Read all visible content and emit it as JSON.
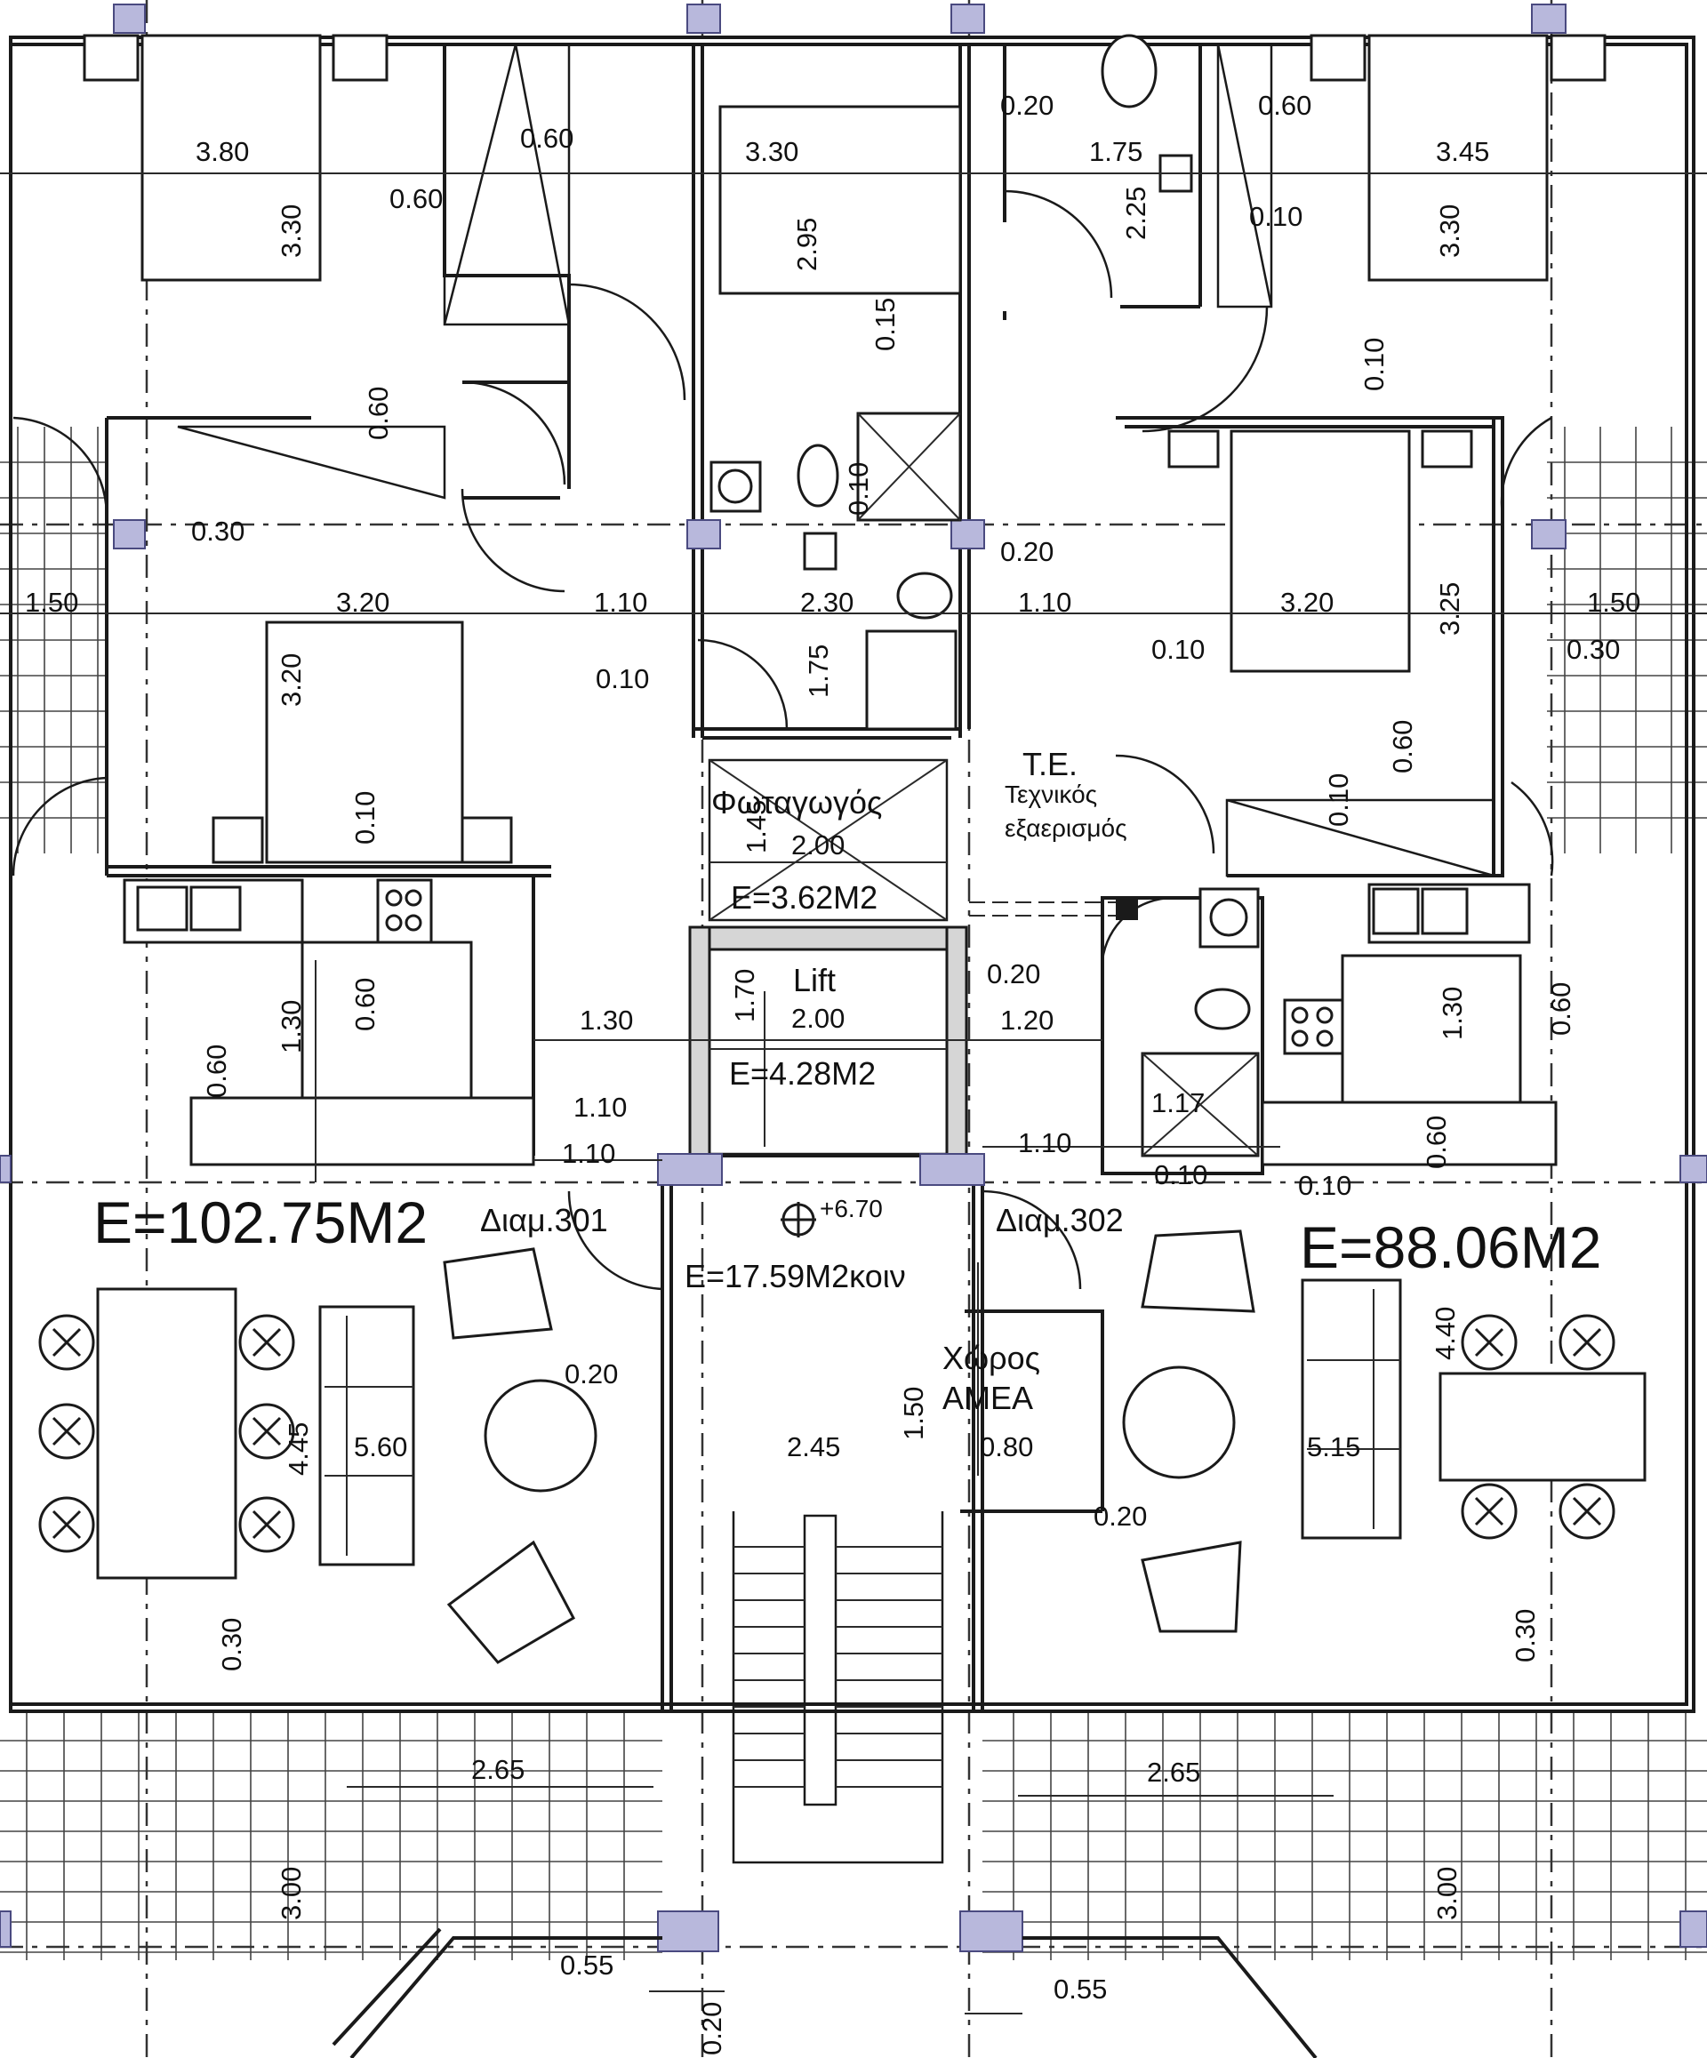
{
  "apartments": {
    "left": {
      "area": "E=102.75M2",
      "name": "Διαμ.301"
    },
    "right": {
      "area": "E=88.06M2",
      "name": "Διαμ.302"
    }
  },
  "common": {
    "area": "E=17.59M2κοιν",
    "level": "+6.70",
    "lift_label": "Lift",
    "lift_width": "2.00",
    "lift_area": "E=4.28M2",
    "lightwell_label": "Φωταγωγός",
    "lightwell_width": "2.00",
    "lightwell_area": "E=3.62M2",
    "te_label": "T.E.",
    "te_desc1": "Τεχνικός",
    "te_desc2": "εξαερισμός",
    "amea_1": "Χώρος",
    "amea_2": "ΑΜΕΑ"
  },
  "dims": {
    "d380": "3.80",
    "d330a": "3.30",
    "d060a": "0.60",
    "d060b": "0.60",
    "d330b": "3.30",
    "d295": "2.95",
    "d015": "0.15",
    "d020a": "0.20",
    "d175a": "1.75",
    "d225": "2.25",
    "d060c": "0.60",
    "d010a": "0.10",
    "d345": "3.45",
    "d330c": "3.30",
    "d010b": "0.10",
    "d060d": "0.60",
    "d030a": "0.30",
    "d150a": "1.50",
    "d320a": "3.20",
    "d320b": "3.20",
    "d110a": "1.10",
    "d010c": "0.10",
    "d230": "2.30",
    "d175b": "1.75",
    "d020b": "0.20",
    "d110b": "1.10",
    "d010d": "0.10",
    "d320c": "3.20",
    "d325": "3.25",
    "d150b": "1.50",
    "d030b": "0.30",
    "d010e": "0.10",
    "d145": "1.45",
    "d010f": "0.10",
    "d060e": "0.60",
    "d010g": "0.10",
    "d130a": "1.30",
    "d060f": "0.60",
    "d060g": "0.60",
    "d130b": "1.30",
    "d170": "1.70",
    "d020c": "0.20",
    "d120": "1.20",
    "d130c": "1.30",
    "d060h": "0.60",
    "d110c": "1.10",
    "d110d": "1.10",
    "d110e": "1.10",
    "d117": "1.17",
    "d010h": "0.10",
    "d010i": "0.10",
    "d060i": "0.60",
    "d020d": "0.20",
    "d445": "4.45",
    "d560": "5.60",
    "d245": "2.45",
    "d150c": "1.50",
    "d080": "0.80",
    "d440": "4.40",
    "d515": "5.15",
    "d020e": "0.20",
    "d030c": "0.30",
    "d030d": "0.30",
    "d265a": "2.65",
    "d265b": "2.65",
    "d300a": "3.00",
    "d300b": "3.00",
    "d055a": "0.55",
    "d055b": "0.55",
    "d020f": "0.20"
  },
  "colors": {
    "column_fill": "#b8b8dc",
    "line": "#1a1a1a"
  },
  "icons": [
    "level-marker-icon",
    "toilet-icon",
    "sink-icon",
    "shower-icon",
    "stove-icon",
    "chair-icon"
  ]
}
